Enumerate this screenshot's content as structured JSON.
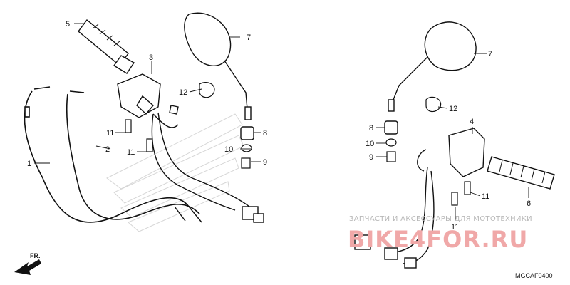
{
  "diagram": {
    "callouts": {
      "c1": "1",
      "c2": "2",
      "c3": "3",
      "c4": "4",
      "c5": "5",
      "c6": "6",
      "c7l": "7",
      "c7r": "7",
      "c8l": "8",
      "c8r": "8",
      "c9l": "9",
      "c9r": "9",
      "c10l": "10",
      "c10r": "10",
      "c11a": "11",
      "c11b": "11",
      "c11c": "11",
      "c11d": "11",
      "c12l": "12",
      "c12r": "12"
    },
    "watermark_line1": "ЗАПЧАСТИ И АКСЕССУАРЫ ДЛЯ МОТОТЕХНИКИ",
    "watermark_line2": "BIKE4FOR.RU",
    "direction_label": "FR.",
    "drawing_code": "MGCAF0400"
  }
}
